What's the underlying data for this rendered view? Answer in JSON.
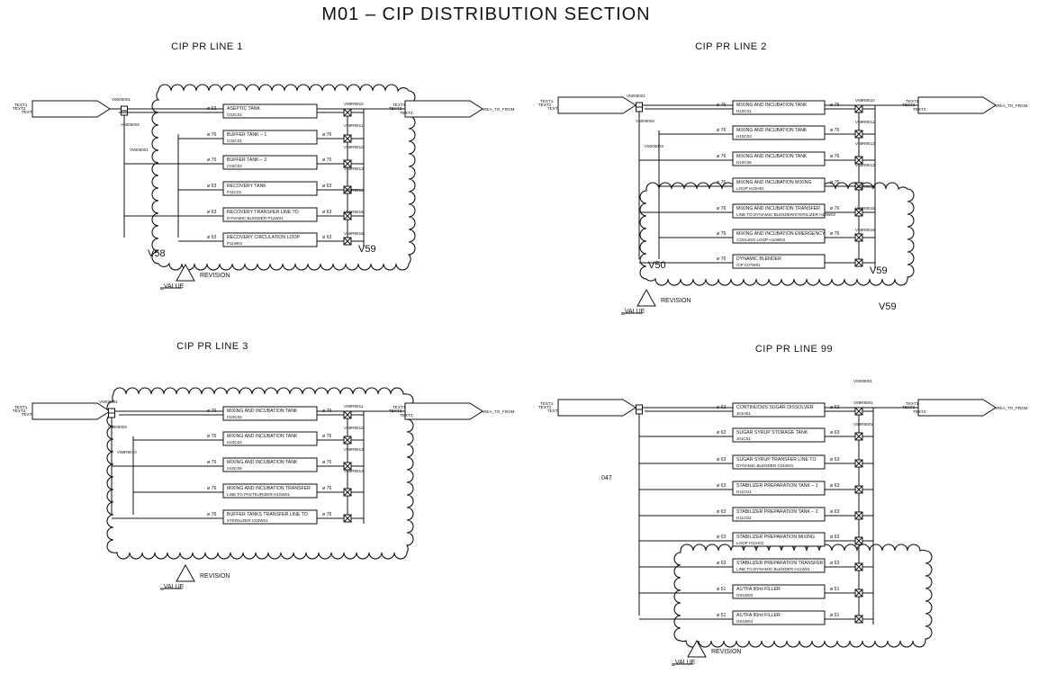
{
  "title": "M01 – CIP DISTRIBUTION SECTION",
  "common": {
    "revision": "REVISION",
    "value": "_VALUE",
    "text1": "TEXT1",
    "text2": "TEXT2",
    "text3": "TEXT3",
    "area_to_from": "AREA_TO_FROM"
  },
  "sections": [
    {
      "title": "CIP PR LINE 1",
      "valves": [
        "V5005001",
        "V5005002",
        "V5005001",
        "V59R9010",
        "V59R9011",
        "V59R9012",
        "V59R9013",
        "V59R9014",
        "V59R9015",
        "V59R9016"
      ],
      "cloud_labels": [
        "V58",
        "V59"
      ],
      "rows": [
        {
          "pipe": "ø 63",
          "name": "ASEPTIC TANK",
          "code": "C02C01",
          "out": ""
        },
        {
          "pipe": "ø 76",
          "name": "BUFFER TANK – 1",
          "code": "C02C01",
          "out": "ø 76"
        },
        {
          "pipe": "ø 76",
          "name": "BUFFER TANK – 2",
          "code": "C02C02",
          "out": "ø 76"
        },
        {
          "pipe": "ø 63",
          "name": "RECOVERY TANK",
          "code": "P11C01",
          "out": "ø 63"
        },
        {
          "pipe": "ø 63",
          "name": "RECOVERY TRANSFER LINE TO",
          "code": "DYNAMIC BLENDER P11W01",
          "out": "ø 63"
        },
        {
          "pipe": "ø 63",
          "name": "RECOVERY CIRCULATION LOOP",
          "code": "P11W01",
          "out": "ø 63"
        }
      ]
    },
    {
      "title": "CIP PR LINE 2",
      "valves": [
        "V5005001",
        "V5005002",
        "V5005003",
        "V59R9010",
        "V59R9011",
        "V59R9012",
        "V59R9013",
        "V59R9014",
        "V59R9015",
        "V59R9016"
      ],
      "cloud_labels": [
        "V50",
        "V59",
        "V59"
      ],
      "rows": [
        {
          "pipe": "ø 76",
          "name": "MIXING AND INCUBATION TANK",
          "code": "H10C01",
          "out": "ø 76"
        },
        {
          "pipe": "ø 76",
          "name": "MIXING AND INCUBATION TANK",
          "code": "H10C03",
          "out": "ø 76"
        },
        {
          "pipe": "ø 76",
          "name": "MIXING AND INCUBATION TANK",
          "code": "H10C05",
          "out": "ø 76"
        },
        {
          "pipe": "ø 76",
          "name": "MIXING AND INCUBATION MIXING",
          "code": "LOOP H10H01",
          "out": "ø 76"
        },
        {
          "pipe": "ø 76",
          "name": "MIXING AND INCUBATION TRANSFER",
          "code": "LINE TO DYNAMIC BLENDER/STERILIZER H10W02",
          "out": "ø 76"
        },
        {
          "pipe": "ø 76",
          "name": "MIXING AND INCUBATION EMERGENCY",
          "code": "COOLING LOOP H10W02",
          "out": "ø 76"
        },
        {
          "pipe": "ø 76",
          "name": "DYNAMIC BLENDER",
          "code": "CIP C07W01",
          "out": ""
        }
      ]
    },
    {
      "title": "CIP PR LINE 3",
      "valves": [
        "V5005001",
        "V5005003",
        "V59R9010",
        "V59R9011",
        "V59R9012",
        "V59R9013",
        "V59R9014"
      ],
      "cloud_labels": [],
      "rows": [
        {
          "pipe": "ø 76",
          "name": "MIXING AND INCUBATION TANK",
          "code": "H10C02",
          "out": "ø 76"
        },
        {
          "pipe": "ø 76",
          "name": "MIXING AND INCUBATION TANK",
          "code": "H10C04",
          "out": "ø 76"
        },
        {
          "pipe": "ø 76",
          "name": "MIXING AND INCUBATION TANK",
          "code": "H10C06",
          "out": "ø 76"
        },
        {
          "pipe": "ø 76",
          "name": "MIXING AND INCUBATION TRANSFER",
          "code": "LINE TO PASTEURIZER H10W01",
          "out": "ø 76"
        },
        {
          "pipe": "ø 76",
          "name": "BUFFER TANKS TRANSFER LINE TO",
          "code": "STERILIZER C02W01",
          "out": "ø 76"
        }
      ]
    },
    {
      "title": "CIP PR LINE 99",
      "valves": [
        "V5005001",
        "V59R9001",
        "V59R9001"
      ],
      "cloud_labels": [
        "047"
      ],
      "rows": [
        {
          "pipe": "ø 63",
          "name": "CONTINUOUS SUGAR DISSOLVER",
          "code": "J01H01",
          "out": "ø 63"
        },
        {
          "pipe": "ø 63",
          "name": "SUGAR SYRUP STORAGE TANK",
          "code": "J01C01",
          "out": "ø 63"
        },
        {
          "pipe": "ø 63",
          "name": "SUGAR SYRUP TRANSFER LINE TO",
          "code": "DYNAMIC BLENDER C01W01",
          "out": "ø 63"
        },
        {
          "pipe": "ø 63",
          "name": "STABILIZER PREPARATION TANK – 1",
          "code": "H11C01",
          "out": "ø 63"
        },
        {
          "pipe": "ø 63",
          "name": "STABILIZER PREPARATION TANK – 2",
          "code": "H11C02",
          "out": "ø 63"
        },
        {
          "pipe": "ø 63",
          "name": "STABILIZER PREPARATION MIXING",
          "code": "LOOP H11H01",
          "out": "ø 63"
        },
        {
          "pipe": "ø 63",
          "name": "STABILIZER PREPARATION TRANSFER",
          "code": "LINE TO DYNAMIC BLENDER H11W01",
          "out": "ø 63"
        },
        {
          "pipe": "ø 51",
          "name": "A1/TFA 90ml FILLER",
          "code": "G01W03",
          "out": "ø 51"
        },
        {
          "pipe": "ø 51",
          "name": "A1/TFA 90ml FILLER",
          "code": "G01W04",
          "out": "ø 51"
        }
      ]
    }
  ]
}
